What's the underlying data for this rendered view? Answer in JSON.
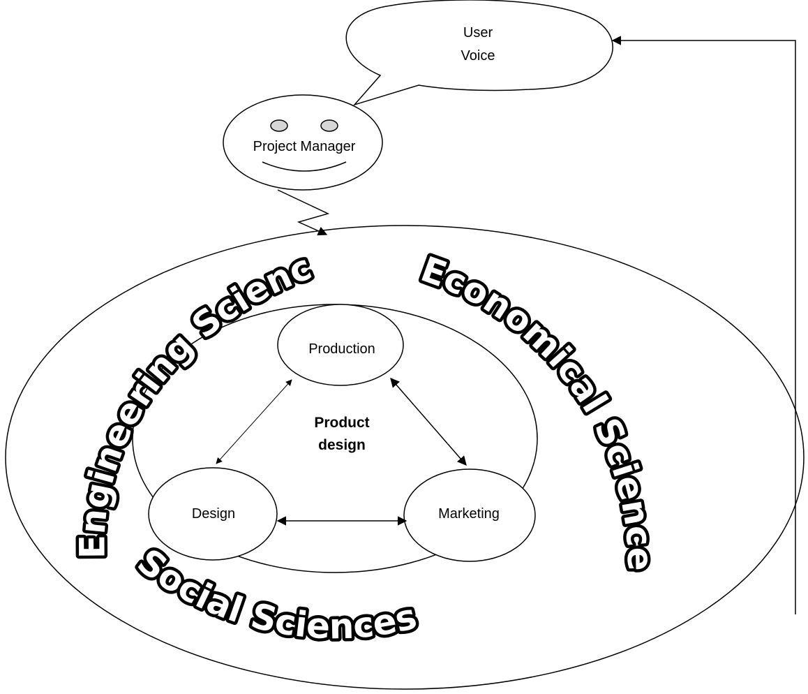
{
  "speech_bubble": {
    "line1": "User",
    "line2": "Voice"
  },
  "face": {
    "label": "Project Manager"
  },
  "nodes": {
    "production": "Production",
    "design": "Design",
    "marketing": "Marketing"
  },
  "center": {
    "line1": "Product",
    "line2": "design"
  },
  "rings": {
    "engineering": "Engineering Sciences",
    "economical": "Economical Sciences",
    "social": "Social Sciences"
  },
  "colors": {
    "stroke": "#000000",
    "background": "#ffffff",
    "eye_fill": "#d6d6d6"
  }
}
